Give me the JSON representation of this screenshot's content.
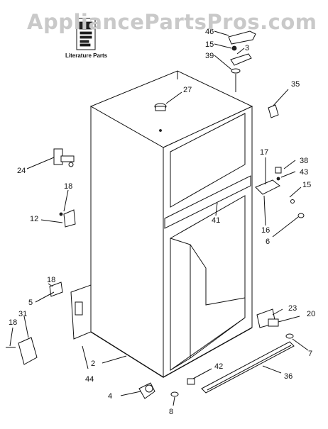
{
  "watermark": "AppliancePartsPros.com",
  "literature_label": "Literature Parts",
  "callouts": {
    "p46": "46",
    "p15a": "15",
    "p3": "3",
    "p39": "39",
    "p35": "35",
    "p27": "27",
    "p17": "17",
    "p38": "38",
    "p43": "43",
    "p15b": "15",
    "p24": "24",
    "p18a": "18",
    "p12": "12",
    "p41": "41",
    "p16": "16",
    "p6": "6",
    "p18b": "18",
    "p5": "5",
    "p31": "31",
    "p18c": "18",
    "p23": "23",
    "p20": "20",
    "p7": "7",
    "p2": "2",
    "p44": "44",
    "p42": "42",
    "p36": "36",
    "p4": "4",
    "p8": "8"
  }
}
